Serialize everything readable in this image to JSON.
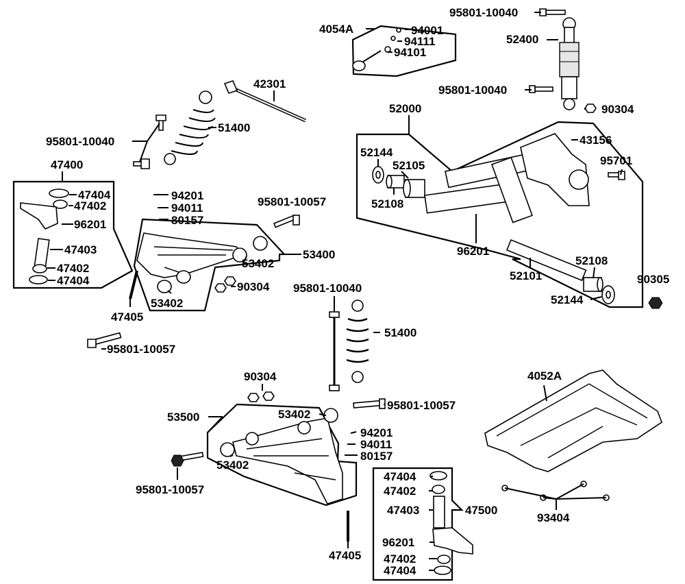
{
  "labels": {
    "l_95801_10040_a": "95801-10040",
    "l_4054A": "4054A",
    "l_94001": "94001",
    "l_94111": "94111",
    "l_94101": "94101",
    "l_52400": "52400",
    "l_95801_10040_b": "95801-10040",
    "l_90304_a": "90304",
    "l_42301": "42301",
    "l_51400_a": "51400",
    "l_95801_10040_c": "95801-10040",
    "l_52000": "52000",
    "l_43156": "43156",
    "l_52144_a": "52144",
    "l_52105": "52105",
    "l_95701": "95701",
    "l_52108_a": "52108",
    "l_96201_a": "96201",
    "l_52101": "52101",
    "l_52108_b": "52108",
    "l_52144_b": "52144",
    "l_90305": "90305",
    "l_47400": "47400",
    "l_47404_a": "47404",
    "l_47402_a": "47402",
    "l_96201_b": "96201",
    "l_47403_a": "47403",
    "l_47402_b": "47402",
    "l_47404_b": "47404",
    "l_94201_a": "94201",
    "l_94011_a": "94011",
    "l_80157_a": "80157",
    "l_95801_10057_a": "95801-10057",
    "l_53400": "53400",
    "l_53402_a": "53402",
    "l_53402_b": "53402",
    "l_90304_b": "90304",
    "l_47405_a": "47405",
    "l_95801_10057_b": "95801-10057",
    "l_95801_10040_d": "95801-10040",
    "l_51400_b": "51400",
    "l_90304_c": "90304",
    "l_95801_10057_c": "95801-10057",
    "l_53500": "53500",
    "l_53402_c": "53402",
    "l_94201_b": "94201",
    "l_94011_b": "94011",
    "l_80157_b": "80157",
    "l_53402_d": "53402",
    "l_95801_10057_d": "95801-10057",
    "l_4052A": "4052A",
    "l_47404_c": "47404",
    "l_47402_c": "47402",
    "l_47403_b": "47403",
    "l_47500": "47500",
    "l_96201_c": "96201",
    "l_47402_d": "47402",
    "l_47404_d": "47404",
    "l_93404": "93404",
    "l_47405_b": "47405"
  }
}
